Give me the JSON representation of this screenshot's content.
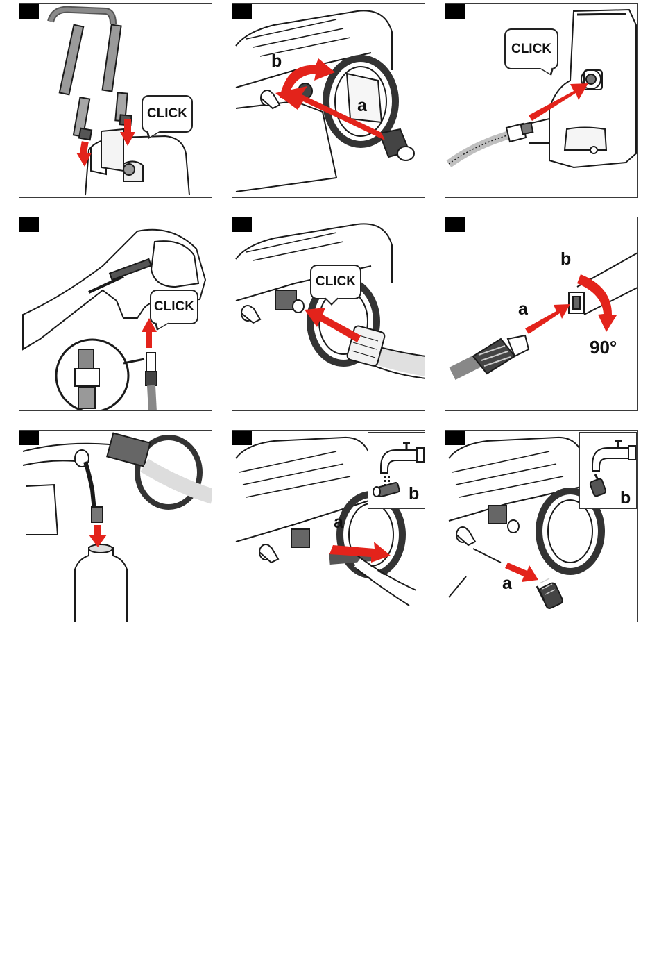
{
  "panels": [
    {
      "id": 1,
      "callouts": [
        "CLICK"
      ],
      "letters": []
    },
    {
      "id": 2,
      "callouts": [],
      "letters": [
        "b",
        "a"
      ]
    },
    {
      "id": 3,
      "callouts": [
        "CLICK"
      ],
      "letters": []
    },
    {
      "id": 4,
      "callouts": [
        "CLICK"
      ],
      "letters": []
    },
    {
      "id": 5,
      "callouts": [
        "CLICK"
      ],
      "letters": []
    },
    {
      "id": 6,
      "callouts": [],
      "letters": [
        "b",
        "a"
      ],
      "angle": "90°"
    },
    {
      "id": 7,
      "callouts": [],
      "letters": []
    },
    {
      "id": 8,
      "callouts": [],
      "letters": [
        "a",
        "b"
      ]
    },
    {
      "id": 9,
      "callouts": [],
      "letters": [
        "a",
        "b"
      ]
    }
  ],
  "colors": {
    "arrow": "#e3231b",
    "line": "#1a1a1a",
    "marker": "#000000"
  }
}
